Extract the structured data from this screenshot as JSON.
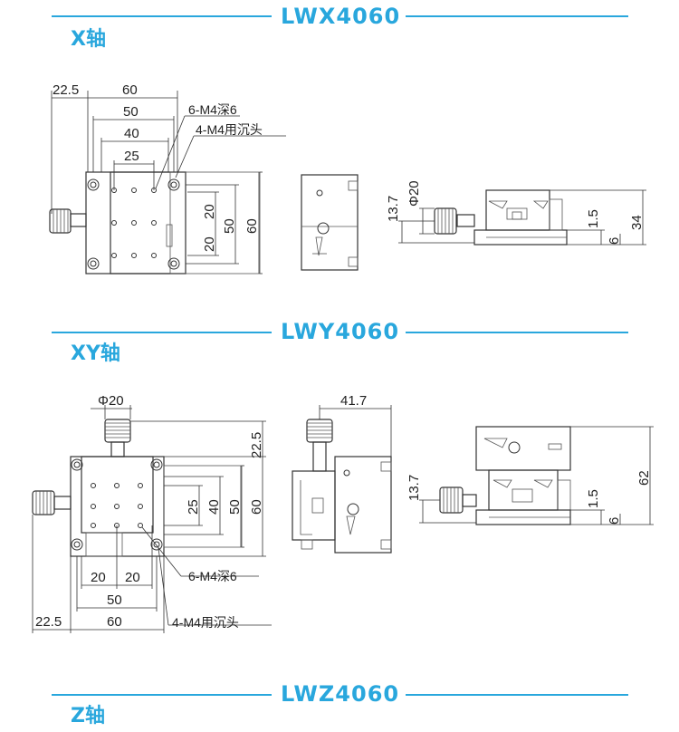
{
  "sections": [
    {
      "title": "LWX4060",
      "axis": "X轴"
    },
    {
      "title": "LWY4060",
      "axis": "XY轴"
    },
    {
      "title": "LWZ4060",
      "axis": "Z轴"
    }
  ],
  "x_drawing": {
    "top_dims": [
      "22.5",
      "60",
      "50",
      "40",
      "25"
    ],
    "notes": [
      "6-M4深6",
      "4-M4用沉头"
    ],
    "side_dims": [
      "20",
      "20",
      "50",
      "60"
    ],
    "front_dims": [
      "13.7",
      "Φ20",
      "1.5",
      "6",
      "34"
    ]
  },
  "xy_drawing": {
    "top_dims": [
      "Φ20",
      "22.5",
      "25",
      "40",
      "50",
      "60"
    ],
    "bottom_dims": [
      "20",
      "20",
      "50",
      "60",
      "22.5"
    ],
    "notes": [
      "6-M4深6",
      "4-M4用沉头"
    ],
    "side_dims": [
      "41.7"
    ],
    "front_dims": [
      "13.7",
      "1.5",
      "6",
      "62"
    ]
  }
}
